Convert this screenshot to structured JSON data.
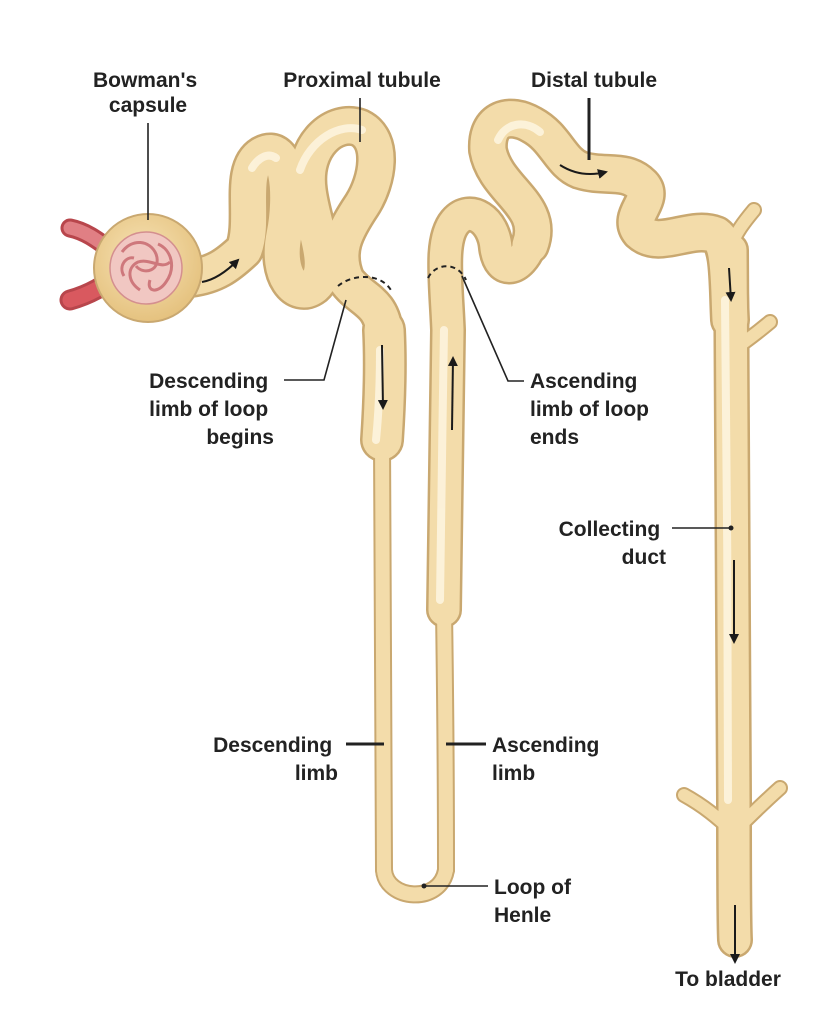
{
  "colors": {
    "tubule_fill": "#f3dcaa",
    "tubule_edge": "#c9a870",
    "tubule_highlight": "#fdf4de",
    "capsule_fill": "#eed093",
    "glomerulus": "#e3a3a3",
    "arteriole": "#d9595f",
    "text": "#222222"
  },
  "labels": {
    "bowmans_capsule": [
      "Bowman's",
      "capsule"
    ],
    "proximal_tubule": [
      "Proximal tubule"
    ],
    "distal_tubule": [
      "Distal tubule"
    ],
    "descending_begins": [
      "Descending",
      "limb of loop",
      "begins"
    ],
    "ascending_ends": [
      "Ascending",
      "limb of loop",
      "ends"
    ],
    "collecting_duct": [
      "Collecting",
      "duct"
    ],
    "descending_limb": [
      "Descending",
      "limb"
    ],
    "ascending_limb": [
      "Ascending",
      "limb"
    ],
    "loop_of_henle": [
      "Loop of",
      "Henle"
    ],
    "to_bladder": [
      "To bladder"
    ]
  },
  "flow_arrows": [
    "capsule-to-proximal-arrow",
    "descending-flow-arrow",
    "ascending-flow-arrow",
    "distal-flow-arrow",
    "duct-upper-flow-arrow",
    "duct-lower-flow-arrow",
    "to-bladder-arrow"
  ]
}
